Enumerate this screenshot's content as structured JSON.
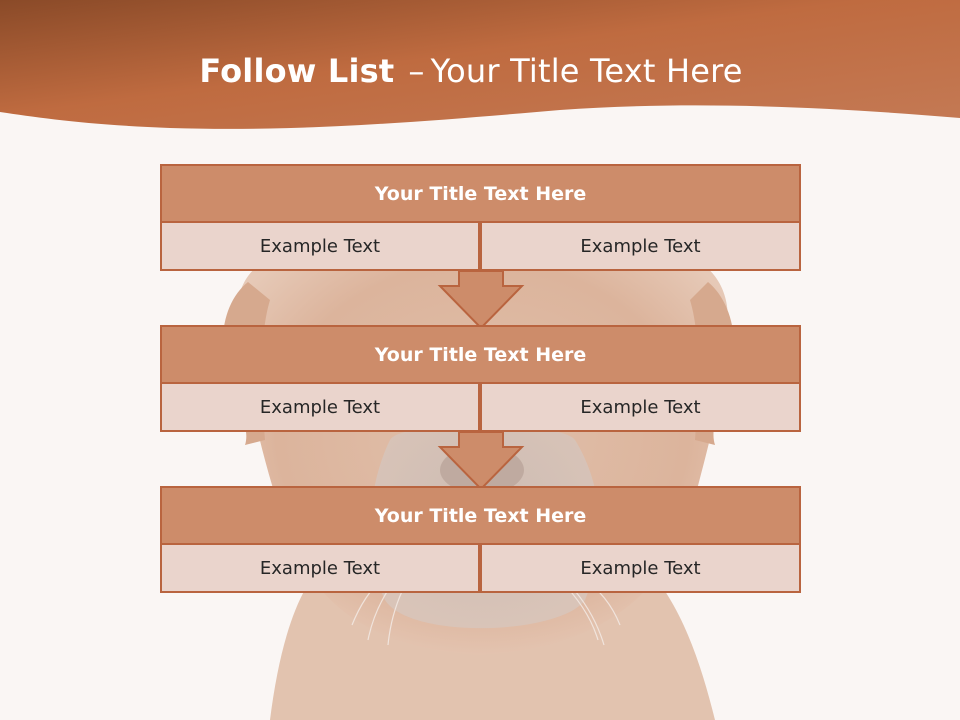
{
  "title": {
    "bold": "Follow List",
    "dash": "–",
    "rest": "Your Title Text Here"
  },
  "blocks": [
    {
      "title": "Your Title Text Here",
      "left": "Example Text",
      "right": "Example Text"
    },
    {
      "title": "Your Title Text Here",
      "left": "Example Text",
      "right": "Example Text"
    },
    {
      "title": "Your Title Text Here",
      "left": "Example Text",
      "right": "Example Text"
    }
  ],
  "colors": {
    "header_gradient": [
      "#8a4a28",
      "#bf6b40",
      "#c47a55"
    ],
    "title_fill": "#cd8c6a",
    "cell_fill": "#ead4cc",
    "border": "#b9643f",
    "background": "#faf6f4"
  },
  "icons": [
    "dog-photo-background",
    "arrow-down-icon"
  ]
}
